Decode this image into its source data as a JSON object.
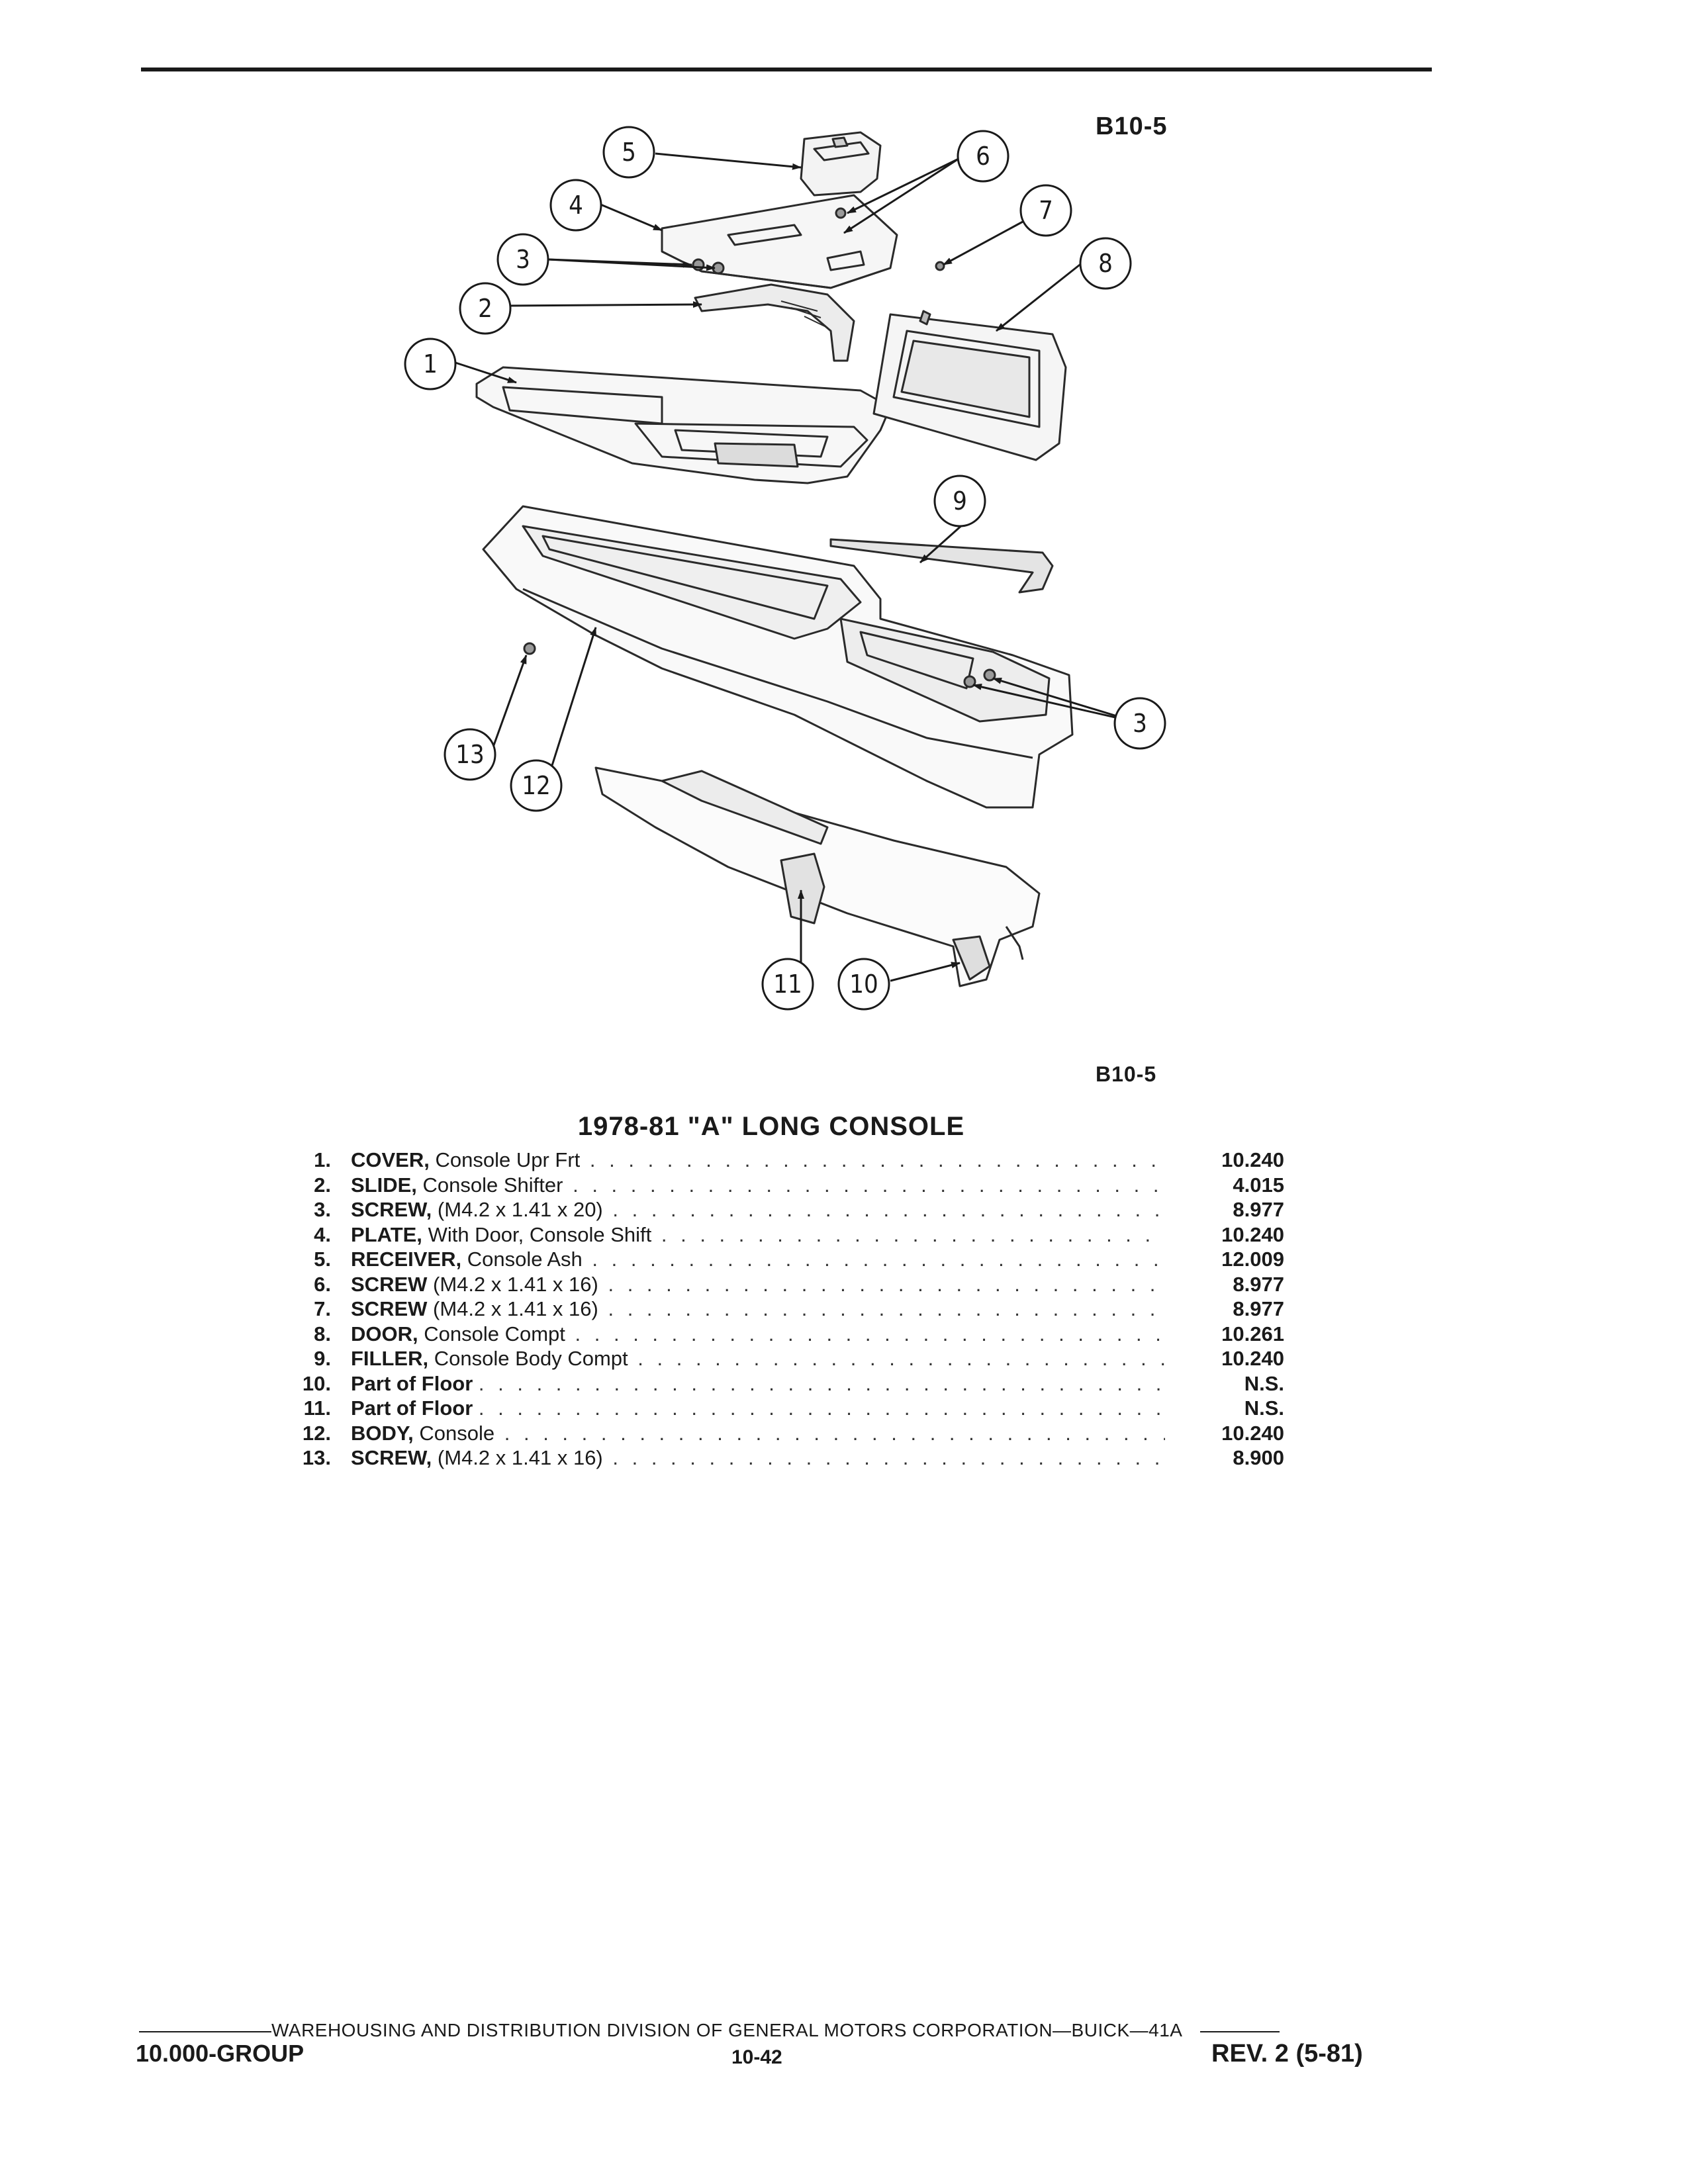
{
  "figure": {
    "code_top": "B10-5",
    "code_bottom": "B10-5",
    "callouts": [
      "1",
      "2",
      "3",
      "4",
      "5",
      "6",
      "7",
      "8",
      "9",
      "10",
      "11",
      "12",
      "13",
      "3"
    ]
  },
  "legend": {
    "title": "1978-81 \"A\" LONG CONSOLE",
    "items": [
      {
        "num": "1.",
        "part": "COVER,",
        "desc": "Console Upr Frt",
        "ref": "10.240"
      },
      {
        "num": "2.",
        "part": "SLIDE,",
        "desc": "Console Shifter",
        "ref": "4.015"
      },
      {
        "num": "3.",
        "part": "SCREW,",
        "desc": "(M4.2 x 1.41 x 20)",
        "ref": "8.977"
      },
      {
        "num": "4.",
        "part": "PLATE,",
        "desc": "With Door, Console Shift",
        "ref": "10.240"
      },
      {
        "num": "5.",
        "part": "RECEIVER,",
        "desc": "Console Ash",
        "ref": "12.009"
      },
      {
        "num": "6.",
        "part": "SCREW",
        "desc": "(M4.2 x 1.41 x 16)",
        "ref": "8.977"
      },
      {
        "num": "7.",
        "part": "SCREW",
        "desc": "(M4.2 x 1.41 x 16)",
        "ref": "8.977"
      },
      {
        "num": "8.",
        "part": "DOOR,",
        "desc": "Console Compt",
        "ref": "10.261"
      },
      {
        "num": "9.",
        "part": "FILLER,",
        "desc": "Console Body Compt",
        "ref": "10.240"
      },
      {
        "num": "10.",
        "part": "Part of Floor",
        "desc": "",
        "ref": "N.S."
      },
      {
        "num": "11.",
        "part": "Part of Floor",
        "desc": "",
        "ref": "N.S."
      },
      {
        "num": "12.",
        "part": "BODY,",
        "desc": "Console",
        "ref": "10.240"
      },
      {
        "num": "13.",
        "part": "SCREW,",
        "desc": "(M4.2 x 1.41 x 16)",
        "ref": "8.900"
      }
    ]
  },
  "footer": {
    "division": "WAREHOUSING AND DISTRIBUTION DIVISION OF GENERAL MOTORS CORPORATION—BUICK—41A",
    "group": "10.000-GROUP",
    "page": "10-42",
    "revision": "REV. 2 (5-81)"
  }
}
